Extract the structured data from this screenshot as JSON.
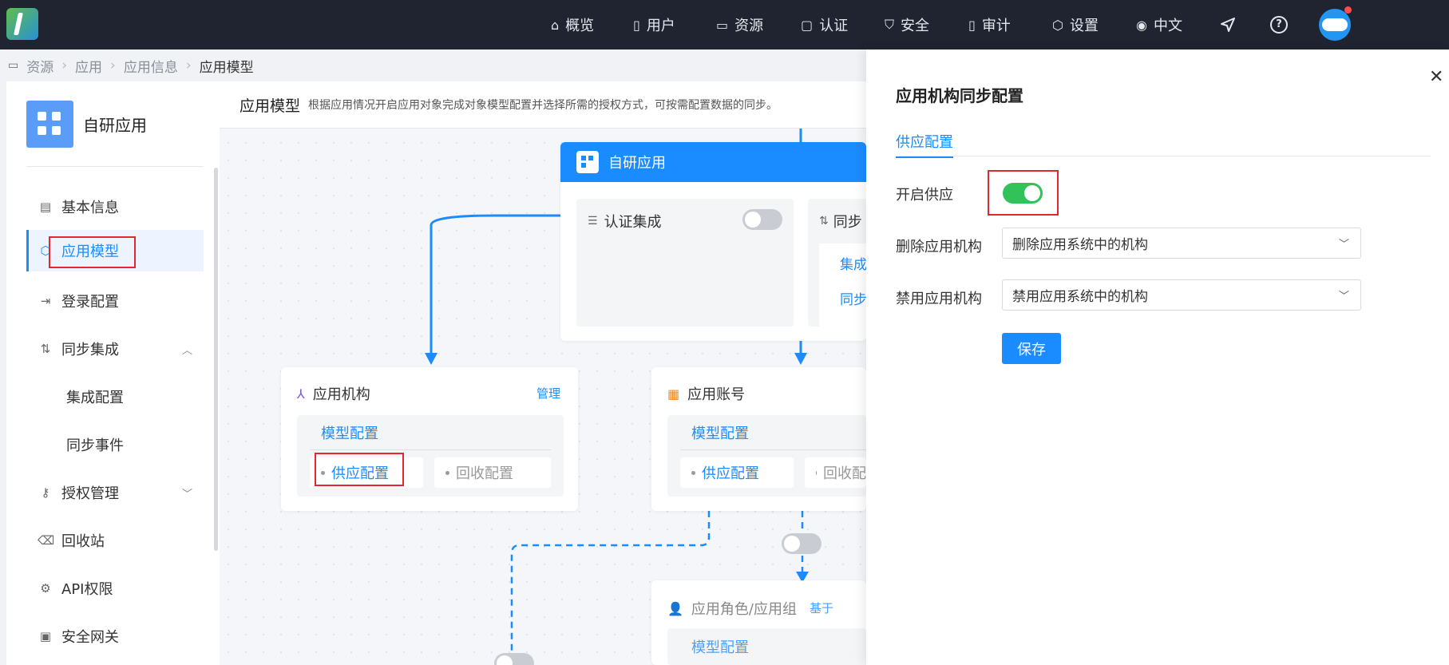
{
  "topnav": {
    "items": [
      {
        "icon": "home-icon",
        "label": "概览"
      },
      {
        "icon": "user-icon",
        "label": "用户"
      },
      {
        "icon": "folder-icon",
        "label": "资源"
      },
      {
        "icon": "monitor-icon",
        "label": "认证"
      },
      {
        "icon": "shield-icon",
        "label": "安全"
      },
      {
        "icon": "audit-icon",
        "label": "审计"
      },
      {
        "icon": "settings-icon",
        "label": "设置"
      },
      {
        "icon": "globe-icon",
        "label": "中文"
      }
    ]
  },
  "breadcrumb": [
    "资源",
    "应用",
    "应用信息",
    "应用模型"
  ],
  "sidebar": {
    "app_name": "自研应用",
    "items": [
      {
        "label": "基本信息"
      },
      {
        "label": "应用模型"
      },
      {
        "label": "登录配置"
      },
      {
        "label": "同步集成"
      },
      {
        "label": "集成配置"
      },
      {
        "label": "同步事件"
      },
      {
        "label": "授权管理"
      },
      {
        "label": "回收站"
      },
      {
        "label": "API权限"
      },
      {
        "label": "安全网关"
      }
    ]
  },
  "main": {
    "title": "应用模型",
    "description": "根据应用情况开启应用对象完成对象模型配置并选择所需的授权方式，可按需配置数据的同步。",
    "app_card": {
      "title": "自研应用",
      "auth_integration": "认证集成",
      "sync_partial": "同步",
      "link1": "集成",
      "link2": "同步"
    },
    "org_card": {
      "title": "应用机构",
      "manage": "管理",
      "model_config": "模型配置",
      "supply": "供应配置",
      "recycle": "回收配置"
    },
    "account_card": {
      "title": "应用账号",
      "model_config": "模型配置",
      "supply": "供应配置",
      "recycle_partial": "回收配"
    },
    "role_card": {
      "title": "应用角色/应用组",
      "tag_partial": "基于",
      "model_config": "模型配置"
    }
  },
  "drawer": {
    "title": "应用机构同步配置",
    "tab": "供应配置",
    "enable_label": "开启供应",
    "enable_value": true,
    "delete_label": "删除应用机构",
    "delete_value": "删除应用系统中的机构",
    "disable_label": "禁用应用机构",
    "disable_value": "禁用应用系统中的机构",
    "save_label": "保存"
  },
  "colors": {
    "primary": "#1a8cff",
    "toggle_on": "#32c25a",
    "topbar": "#1f2430",
    "highlight": "#e0282e"
  }
}
